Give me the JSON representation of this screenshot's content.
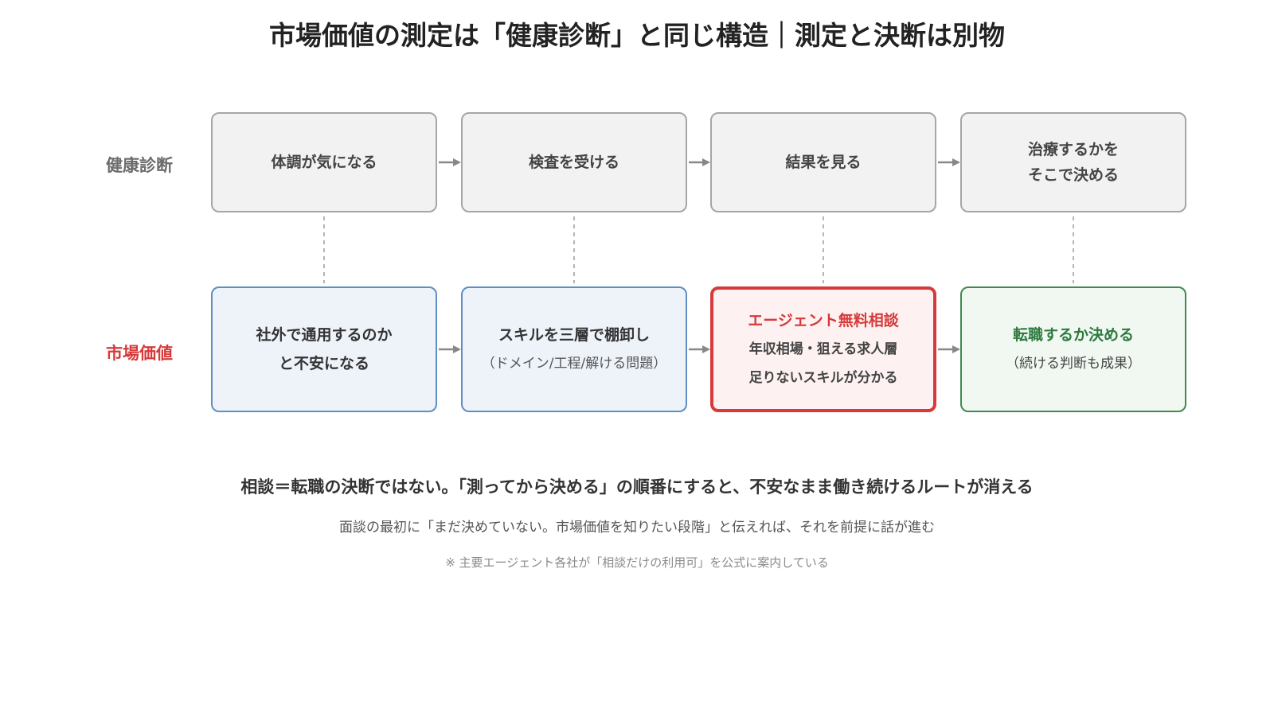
{
  "title": "市場価値の測定は「健康診断」と同じ構造｜測定と決断は別物",
  "rows": {
    "health_label": "健康診断",
    "market_label": "市場価値"
  },
  "health_steps": [
    {
      "line1": "体調が気になる"
    },
    {
      "line1": "検査を受ける"
    },
    {
      "line1": "結果を見る"
    },
    {
      "line1": "治療するかを",
      "line2": "そこで決める"
    }
  ],
  "market_steps": [
    {
      "main1": "社外で通用するのか",
      "main2": "と不安になる"
    },
    {
      "main": "スキルを三層で棚卸し",
      "sub": "（ドメイン/工程/解ける問題）"
    },
    {
      "main": "エージェント無料相談",
      "sub1": "年収相場・狙える求人層",
      "sub2": "足りないスキルが分かる"
    },
    {
      "main": "転職するか決める",
      "sub": "（続ける判断も成果）"
    }
  ],
  "notes": {
    "main": "相談＝転職の決断ではない。「測ってから決める」の順番にすると、不安なまま働き続けるルートが消える",
    "sub": "面談の最初に「まだ決めていない。市場価値を知りたい段階」と伝えれば、それを前提に話が進む",
    "foot": "※ 主要エージェント各社が「相談だけの利用可」を公式に案内している"
  },
  "colors": {
    "blue_border": "#5f8ec4",
    "red_accent": "#d63a3a",
    "green_accent": "#3f8a4f",
    "gray_border": "#a6a6a6"
  }
}
